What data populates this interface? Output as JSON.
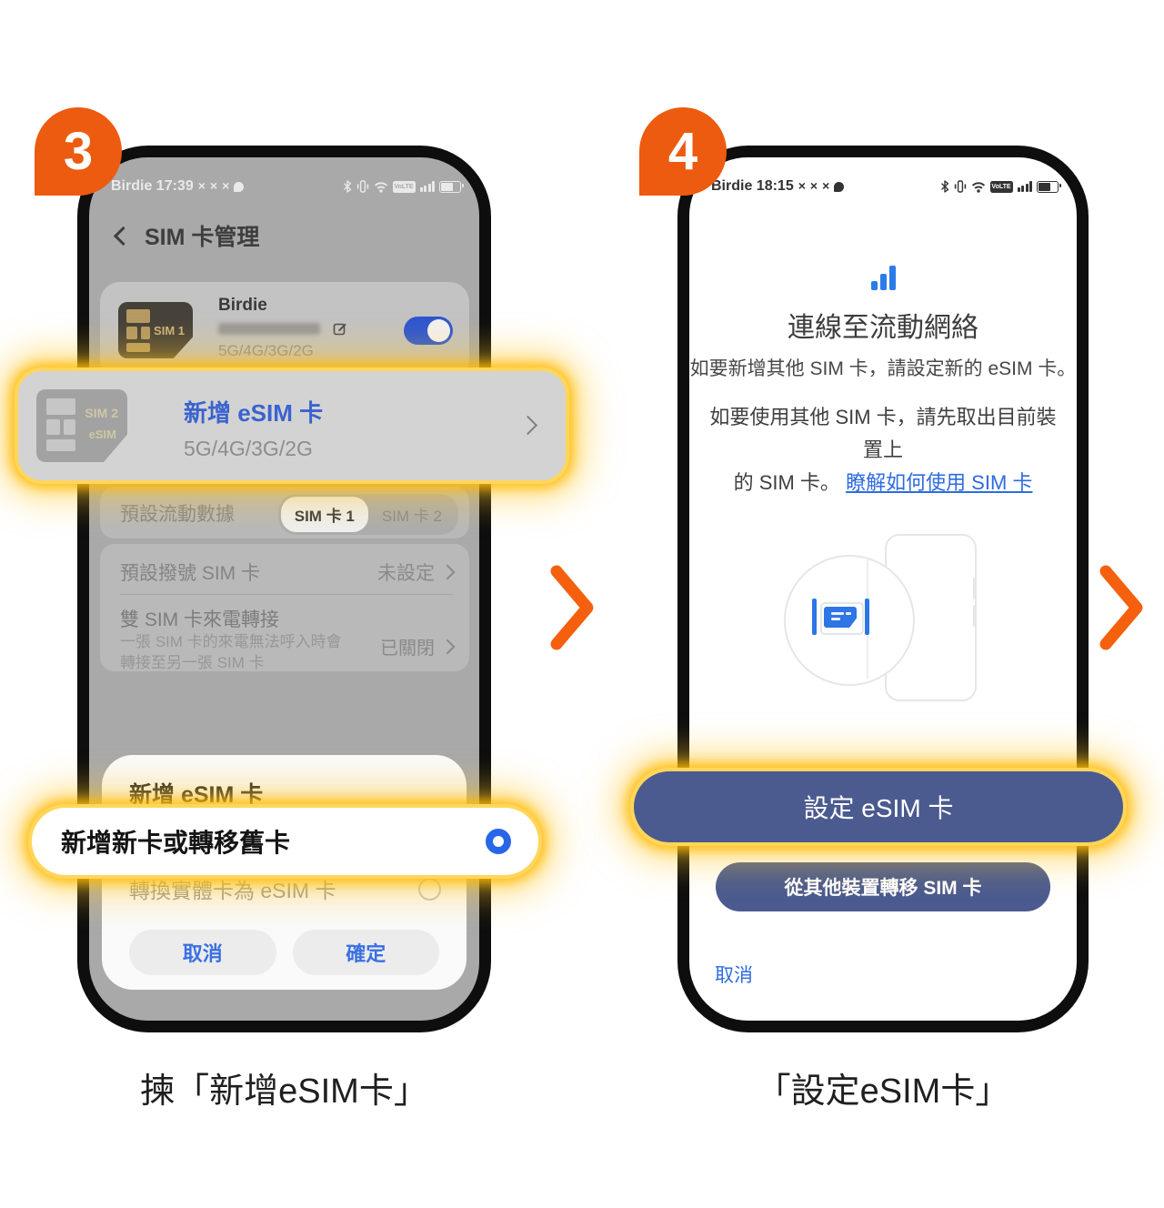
{
  "colors": {
    "accent_orange": "#ec5b0f",
    "glow_yellow": "#ffc107",
    "accent_blue": "#2e6be0",
    "toggle_blue": "#2d57d0",
    "button_slate": "#4b5b8f"
  },
  "status_icons": {
    "volte": "VoLTE"
  },
  "step3": {
    "badge": "3",
    "status": {
      "carrier_time": "Birdie 17:39"
    },
    "header": {
      "title": "SIM 卡管理"
    },
    "sim1": {
      "chip_label": "SIM 1",
      "name": "Birdie",
      "network": "5G/4G/3G/2G"
    },
    "sim2": {
      "chip_label": "SIM 2",
      "chip_sublabel": "eSIM",
      "title": "新增 eSIM 卡",
      "network": "5G/4G/3G/2G"
    },
    "default_data": {
      "label": "預設流動數據",
      "option1": "SIM 卡 1",
      "option2": "SIM 卡 2"
    },
    "default_call": {
      "label": "預設撥號 SIM 卡",
      "value": "未設定"
    },
    "forward": {
      "title": "雙 SIM 卡來電轉接",
      "desc_line1": "一張 SIM 卡的來電無法呼入時會",
      "desc_line2": "轉接至另一張 SIM 卡",
      "value": "已關閉"
    },
    "sheet": {
      "title": "新增 eSIM 卡",
      "option_add": "新增新卡或轉移舊卡",
      "option_convert": "轉換實體卡為 eSIM 卡",
      "cancel": "取消",
      "confirm": "確定"
    },
    "caption": "揀「新增eSIM卡」"
  },
  "step4": {
    "badge": "4",
    "status": {
      "carrier_time": "Birdie 18:15"
    },
    "title": "連線至流動網絡",
    "subtitle": "如要新增其他 SIM 卡，請設定新的 eSIM 卡。",
    "body_line1": "如要使用其他 SIM 卡，請先取出目前裝置上",
    "body_line2": "的 SIM 卡。",
    "link": "瞭解如何使用 SIM 卡",
    "primary_button": "設定 eSIM 卡",
    "secondary_button": "從其他裝置轉移 SIM 卡",
    "cancel": "取消",
    "caption": "「設定eSIM卡」"
  }
}
